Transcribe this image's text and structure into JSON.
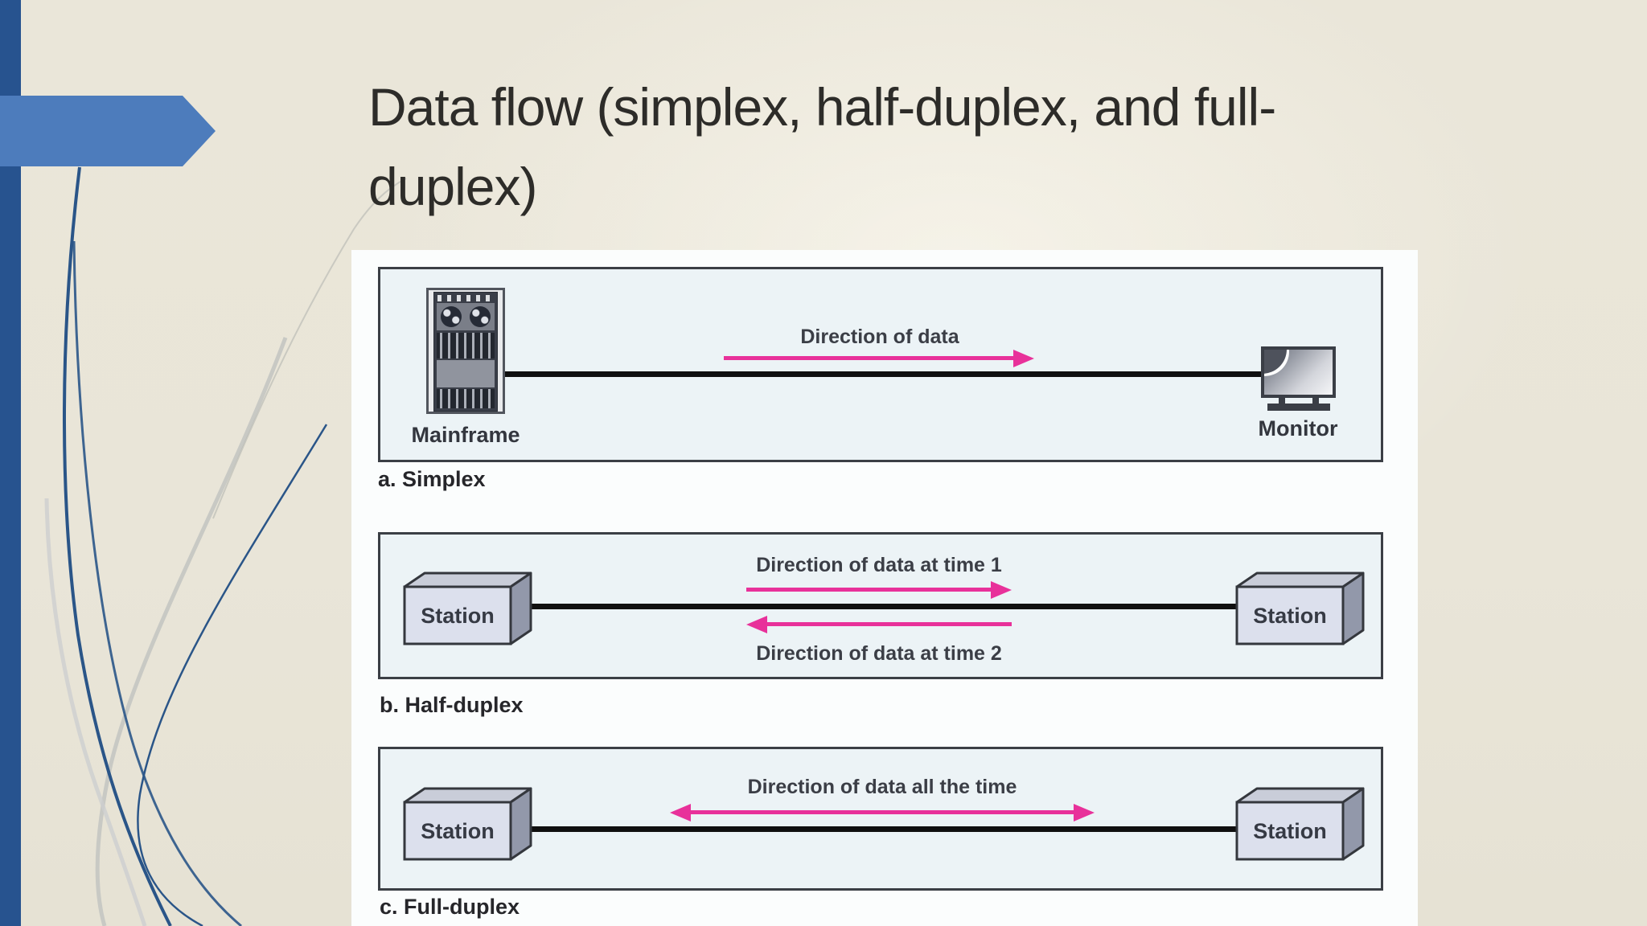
{
  "slide": {
    "title_line1": "Data flow (simplex, half-duplex, and full-",
    "title_line2": "duplex)"
  },
  "theme": {
    "background_beige": "#e9e5d8",
    "sidebar_blue": "#27538f",
    "accent_arrow_blue": "#4d7cbc",
    "wisp_navy": "#2a5588",
    "flow_arrow_pink": "#e8319a",
    "panel_white": "#fbfdfd",
    "diagram_background": "#ecf3f6"
  },
  "figure": {
    "diagrams": [
      {
        "caption": "a. Simplex",
        "left_device": "Mainframe",
        "right_device": "Monitor",
        "flows": [
          {
            "label": "Direction of data",
            "direction": "right"
          }
        ]
      },
      {
        "caption": "b. Half-duplex",
        "left_device": "Station",
        "right_device": "Station",
        "flows": [
          {
            "label": "Direction of data at time 1",
            "direction": "right"
          },
          {
            "label": "Direction of data at time 2",
            "direction": "left"
          }
        ]
      },
      {
        "caption": "c. Full-duplex",
        "left_device": "Station",
        "right_device": "Station",
        "flows": [
          {
            "label": "Direction of data all the time",
            "direction": "both"
          }
        ]
      }
    ]
  }
}
